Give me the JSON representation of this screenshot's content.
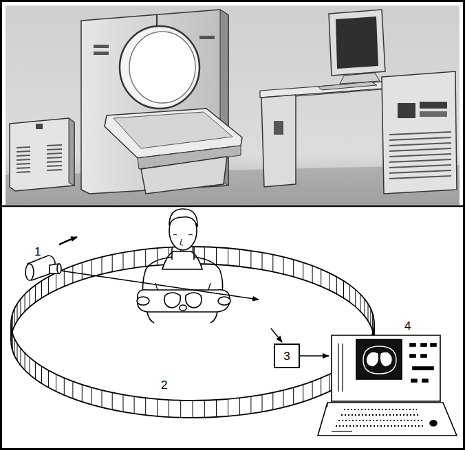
{
  "diagram": {
    "nodes": [
      {
        "text": [
          "3"
        ]
      },
      {
        "text": [
          "4"
        ]
      }
    ],
    "edges": [
      {
        "from": 0,
        "to": 1,
        "arrow": "to"
      }
    ],
    "labels": [
      "1",
      "2"
    ]
  }
}
